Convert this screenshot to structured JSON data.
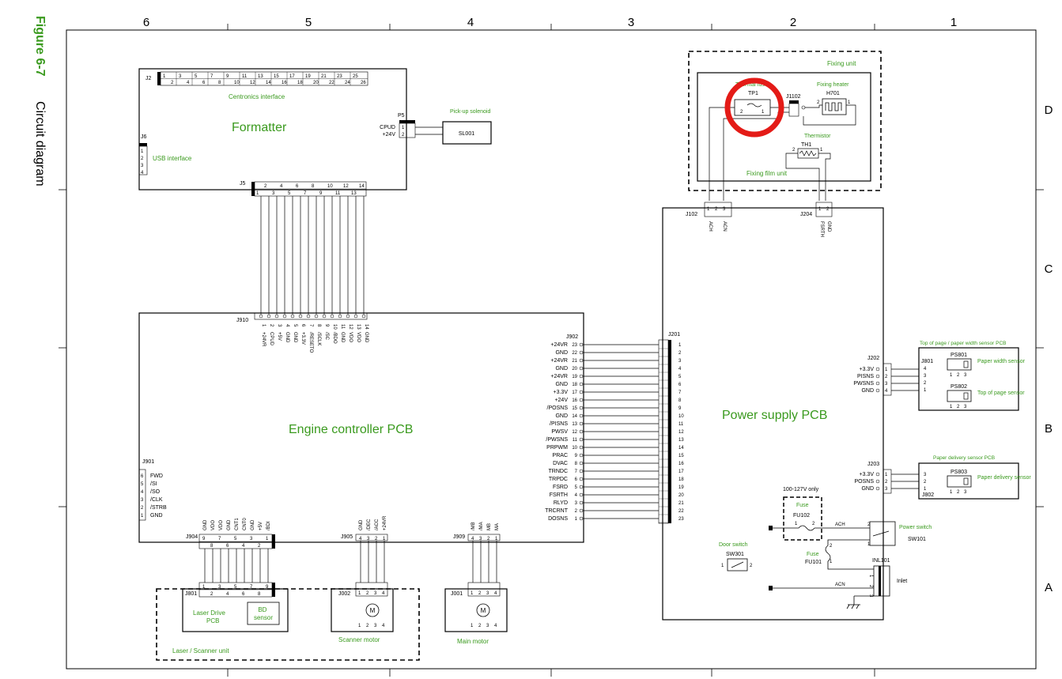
{
  "figure": {
    "number": "Figure 6-7",
    "caption": "Circuit diagram"
  },
  "colors": {
    "green": "#3a9a1e",
    "black": "#000000",
    "highlight": "#e41b17"
  },
  "grid": {
    "columns": [
      "6",
      "5",
      "4",
      "3",
      "2",
      "1"
    ],
    "rows": [
      "D",
      "C",
      "B",
      "A"
    ]
  },
  "formatter": {
    "title": "Formatter",
    "j2_label": "J2",
    "j2_top": [
      "1",
      "3",
      "5",
      "7",
      "9",
      "11",
      "13",
      "15",
      "17",
      "19",
      "21",
      "23",
      "25"
    ],
    "j2_bottom": [
      "2",
      "4",
      "6",
      "8",
      "10",
      "12",
      "14",
      "16",
      "18",
      "20",
      "22",
      "24",
      "26"
    ],
    "centronics": "Centronics interface",
    "j6_label": "J6",
    "j6_pins": [
      "1",
      "2",
      "3",
      "4"
    ],
    "usb": "USB interface",
    "j5_label": "J5",
    "j5_top": [
      "2",
      "4",
      "6",
      "8",
      "10",
      "12",
      "14"
    ],
    "j5_bottom": [
      "1",
      "3",
      "5",
      "7",
      "9",
      "11",
      "13"
    ],
    "p5_label": "P5",
    "p5_signals": [
      "CPUD",
      "+24V"
    ],
    "p5_pins": [
      "1",
      "2"
    ]
  },
  "pickup": {
    "label": "Pick-up solenoid",
    "part": "SL001"
  },
  "engine": {
    "title": "Engine controller PCB",
    "j910_label": "J910",
    "j910_pins": [
      "1",
      "2",
      "3",
      "4",
      "5",
      "6",
      "7",
      "8",
      "9",
      "10",
      "11",
      "12",
      "13",
      "14"
    ],
    "j910_signals": [
      "+24VR",
      "CPUD",
      "+5V",
      "GND",
      "GND",
      "+3.3V",
      "/RESETO",
      "/SCLK",
      "/SC",
      "/BDO",
      "GND",
      "VDO",
      "VDO",
      "GND"
    ],
    "j902_label": "J902",
    "j902_signals": [
      "+24VR",
      "GND",
      "+24VR",
      "GND",
      "+24VR",
      "GND",
      "+3.3V",
      "+24V",
      "/POSNS",
      "GND",
      "/PISNS",
      "PWSV",
      "/PWSNS",
      "PRPWM",
      "PRAC",
      "DVAC",
      "TRNDC",
      "TRPDC",
      "FSRD",
      "FSRTH",
      "RLYD",
      "TRCRNT",
      "DOSNS"
    ],
    "j902_pins": [
      "23",
      "22",
      "21",
      "20",
      "19",
      "18",
      "17",
      "16",
      "15",
      "14",
      "13",
      "12",
      "11",
      "10",
      "9",
      "8",
      "7",
      "6",
      "5",
      "4",
      "3",
      "2",
      "1"
    ],
    "j901_label": "J901",
    "j901_signals": [
      "FWD",
      "/SI",
      "/SO",
      "/CLK",
      "/STRB",
      "GND"
    ],
    "j901_pins": [
      "6",
      "5",
      "4",
      "3",
      "2",
      "1"
    ],
    "j904_label": "J904",
    "j904_signals": [
      "GND",
      "VDO",
      "VDO",
      "GND",
      "CNT1",
      "CNT0",
      "GND",
      "+5V",
      "/BDI"
    ],
    "j904_top": [
      "9",
      "7",
      "5",
      "3",
      "1"
    ],
    "j904_bottom": [
      "8",
      "6",
      "4",
      "2"
    ],
    "j905_label": "J905",
    "j905_signals": [
      "GND",
      "/DEC",
      "/ACC",
      "+24VR"
    ],
    "j905_pins": [
      "4",
      "3",
      "2",
      "1"
    ],
    "j909_label": "J909",
    "j909_signals": [
      "/MB",
      "/MA",
      "MB",
      "MA"
    ],
    "j909_pins": [
      "4",
      "3",
      "2",
      "1"
    ]
  },
  "psu": {
    "title": "Power supply PCB",
    "j201_label": "J201",
    "j201_pins": [
      "1",
      "2",
      "3",
      "4",
      "5",
      "6",
      "7",
      "8",
      "9",
      "10",
      "11",
      "12",
      "13",
      "14",
      "15",
      "16",
      "17",
      "18",
      "19",
      "20",
      "21",
      "22",
      "23"
    ],
    "j102_label": "J102",
    "j102_pins": [
      "1",
      "2",
      "3"
    ],
    "j102_signals": [
      "ACH",
      "ACN"
    ],
    "j204_label": "J204",
    "j204_pins": [
      "1",
      "2"
    ],
    "j204_signals": [
      "FSRTH",
      "GND"
    ],
    "j202_label": "J202",
    "j202_signals": [
      "+3.3V",
      "PISNS",
      "PWSNS",
      "GND"
    ],
    "j202_pins": [
      "1",
      "2",
      "3",
      "4"
    ],
    "j203_label": "J203",
    "j203_signals": [
      "+3.3V",
      "POSNS",
      "GND"
    ],
    "j203_pins": [
      "1",
      "2",
      "3"
    ],
    "fuse_only": "100-127V only",
    "fuse1_label": "Fuse",
    "fuse1_part": "FU102",
    "fuse2_label": "Fuse",
    "fuse2_part": "FU101",
    "ach": "ACH",
    "acn": "ACN",
    "door_label": "Door switch",
    "door_part": "SW301",
    "power_switch_label": "Power switch",
    "power_switch_part": "SW101",
    "inlet_part": "INL101",
    "inlet_label": "Inlet",
    "pin_1": "1",
    "pin_2": "2",
    "pin_3": "3"
  },
  "fixing": {
    "unit_label": "Fixing unit",
    "film_label": "Fixing film unit",
    "thermal_fuse": "Thermal fuse",
    "tp1": "TP1",
    "heater_label": "Fixing heater",
    "h701": "H701",
    "j1102": "J1102",
    "thermistor": "Thermistor",
    "th1": "TH1"
  },
  "sensor_board": {
    "title": "Top of page / paper width sensor PCB",
    "j801": "J801",
    "ps801": "PS801",
    "ps801_label": "Paper width sensor",
    "ps802": "PS802",
    "ps802_label": "Top of page sensor",
    "pins": [
      "4",
      "3",
      "2",
      "1"
    ],
    "sensor_pins": [
      "1",
      "2",
      "3"
    ]
  },
  "delivery_board": {
    "title": "Paper delivery sensor PCB",
    "j802": "J802",
    "ps803": "PS803",
    "label": "Paper delivery sensor",
    "pins": [
      "3",
      "2",
      "1"
    ],
    "sensor_pins": [
      "1",
      "2",
      "3"
    ]
  },
  "laser_unit": {
    "unit_label": "Laser / Scanner unit",
    "j801": "J801",
    "j801_top": [
      "1",
      "3",
      "5",
      "7",
      "9"
    ],
    "j801_bottom": [
      "2",
      "4",
      "6",
      "8"
    ],
    "board_label": "Laser Drive PCB",
    "bd_label": "BD sensor"
  },
  "scanner_motor": {
    "j002": "J002",
    "pins": [
      "1",
      "2",
      "3",
      "4"
    ],
    "label": "Scanner motor",
    "motor": "M"
  },
  "main_motor": {
    "j001": "J001",
    "pins": [
      "1",
      "2",
      "3",
      "4"
    ],
    "label": "Main motor",
    "motor": "M"
  }
}
